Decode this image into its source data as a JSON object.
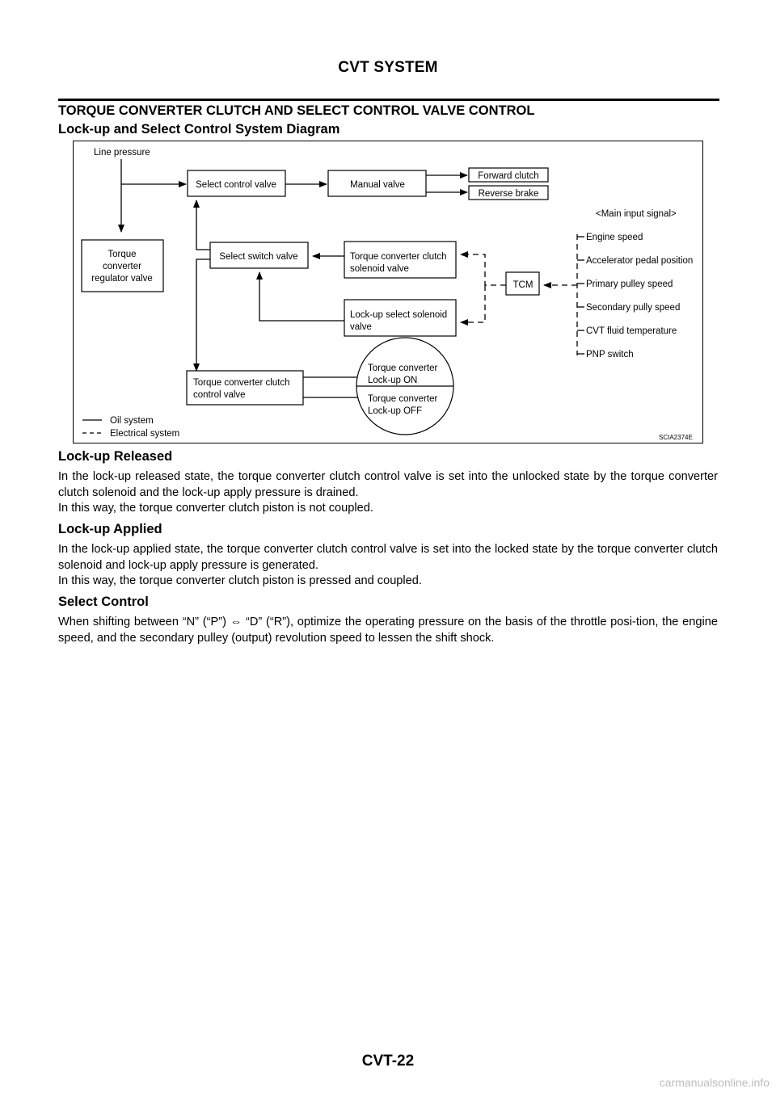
{
  "header": {
    "title": "CVT SYSTEM"
  },
  "section": {
    "title": "TORQUE CONVERTER CLUTCH AND SELECT CONTROL VALVE CONTROL"
  },
  "diagram": {
    "title": "Lock-up and Select Control System Diagram",
    "line_pressure": "Line pressure",
    "select_control_valve": "Select control valve",
    "manual_valve": "Manual valve",
    "forward_clutch": "Forward clutch",
    "reverse_brake": "Reverse brake",
    "main_input_signal": "<Main input signal>",
    "torque_converter_regulator_valve": [
      "Torque",
      "converter",
      "regulator valve"
    ],
    "select_switch_valve": "Select switch valve",
    "tcc_solenoid_valve": [
      "Torque converter clutch",
      "solenoid valve"
    ],
    "tcm": "TCM",
    "lockup_select_solenoid_valve": [
      "Lock-up select solenoid",
      "valve"
    ],
    "tcc_control_valve": [
      "Torque converter clutch",
      "control valve"
    ],
    "lockup_on": [
      "Torque converter",
      "Lock-up ON"
    ],
    "lockup_off": [
      "Torque converter",
      "Lock-up OFF"
    ],
    "inputs": [
      "Engine speed",
      "Accelerator pedal position",
      "Primary pulley speed",
      "Secondary pully speed",
      "CVT fluid temperature",
      "PNP switch"
    ],
    "legend": {
      "oil": "Oil system",
      "electrical": "Electrical system"
    },
    "code": "SCIA2374E"
  },
  "sections": [
    {
      "heading": "Lock-up Released",
      "paragraphs": [
        "In the lock-up released state, the torque converter clutch control valve is set into the unlocked state by the torque converter clutch solenoid and the lock-up apply pressure is drained.",
        "In this way, the torque converter clutch piston is not coupled."
      ]
    },
    {
      "heading": "Lock-up Applied",
      "paragraphs": [
        "In the lock-up applied state, the torque converter clutch control valve is set into the locked state by the torque converter clutch solenoid and lock-up apply pressure is generated.",
        "In this way, the torque converter clutch piston is pressed and coupled."
      ]
    },
    {
      "heading": "Select Control",
      "paragraphs": [
        "When shifting between “N” (“P”) ⇔ “D” (“R”), optimize the operating pressure on the basis of the throttle posi-tion, the engine speed, and the secondary pulley (output) revolution speed to lessen the shift shock."
      ]
    }
  ],
  "footer": {
    "page_number": "CVT-22",
    "watermark": "carmanualsonline.info"
  }
}
